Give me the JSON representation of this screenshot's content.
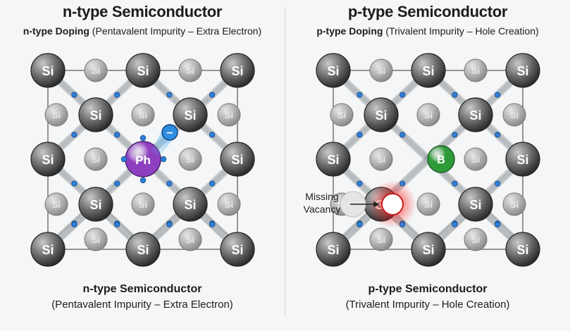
{
  "left": {
    "title": "n-type Semiconductor",
    "subtitle_bold": "n-type Doping",
    "subtitle_rest": " (Pentavalent Impurity – Extra Electron)",
    "caption_title": "n-type Semiconductor",
    "caption_sub": "(Pentavalent Impurity – Extra Electron)",
    "host_atom": "Si",
    "dopant_atom": "Ph",
    "dopant_color": "#8e3fbf",
    "extra_electron_symbol": "−"
  },
  "right": {
    "title": "p-type Semiconductor",
    "subtitle_bold": "p-type Doping",
    "subtitle_rest": " (Trivalent Impurity – Hole Creation)",
    "caption_title": "p-type Semiconductor",
    "caption_sub": "(Trivalent Impurity – Hole Creation)",
    "host_atom": "Si",
    "dopant_atom": "B",
    "dopant_color": "#2f9a3a",
    "missing_label_line1": "Missing",
    "missing_label_line2": "Vacancy"
  },
  "colors": {
    "electron": "#2e7fd6",
    "hole_glow": "#ff3030",
    "bond": "#b7bcc1"
  }
}
